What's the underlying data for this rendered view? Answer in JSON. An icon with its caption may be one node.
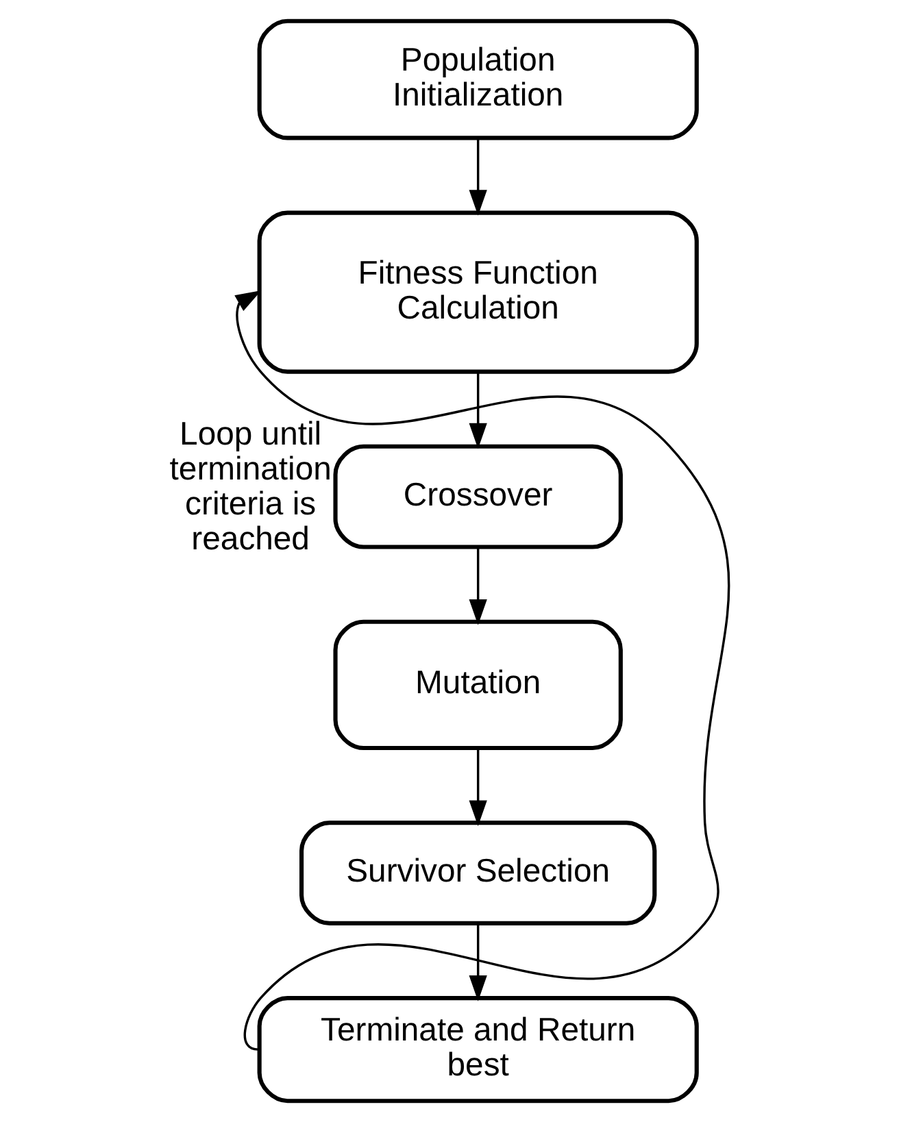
{
  "diagram": {
    "nodes": [
      {
        "text": [
          "Population Initialization"
        ]
      },
      {
        "text": [
          "Fitness Function Calculation"
        ]
      },
      {
        "text": [
          "Crossover"
        ]
      },
      {
        "text": [
          "Mutation"
        ]
      },
      {
        "text": [
          "Survivor Selection"
        ]
      },
      {
        "text": [
          "Terminate and Return best"
        ]
      }
    ],
    "edges": [
      {
        "from": 0,
        "to": 1,
        "arrow": "to"
      },
      {
        "from": 1,
        "to": 2,
        "arrow": "to"
      },
      {
        "from": 2,
        "to": 3,
        "arrow": "to"
      },
      {
        "from": 3,
        "to": 4,
        "arrow": "to"
      },
      {
        "from": 4,
        "to": 5,
        "arrow": "to"
      },
      {
        "from": 5,
        "to": 1,
        "arrow": "to",
        "label": "Loop until termination criteria is reached"
      }
    ]
  }
}
